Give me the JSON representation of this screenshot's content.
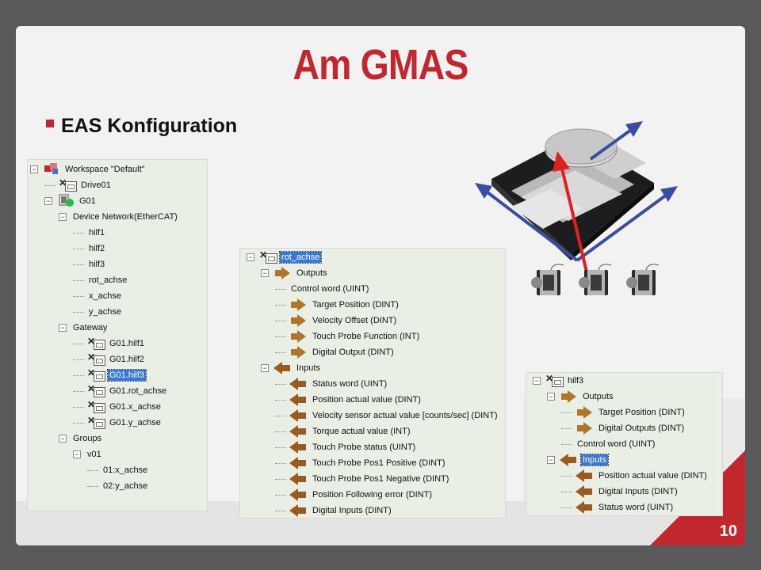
{
  "title": "Am GMAS",
  "subtitle": "EAS Konfiguration",
  "page_number": "10",
  "tree1": [
    {
      "label": "Workspace \"Default\"",
      "level": 0,
      "icon": "workspace-icon",
      "toggle": "-"
    },
    {
      "label": "Drive01",
      "level": 1,
      "icon": "device-icon",
      "toggle": ""
    },
    {
      "label": "G01",
      "level": 1,
      "icon": "gmas-icon",
      "toggle": "-"
    },
    {
      "label": "Device Network(EtherCAT)",
      "level": 2,
      "icon": "",
      "toggle": "-"
    },
    {
      "label": "hilf1",
      "level": 3,
      "icon": "",
      "toggle": ""
    },
    {
      "label": "hilf2",
      "level": 3,
      "icon": "",
      "toggle": ""
    },
    {
      "label": "hilf3",
      "level": 3,
      "icon": "",
      "toggle": ""
    },
    {
      "label": "rot_achse",
      "level": 3,
      "icon": "",
      "toggle": ""
    },
    {
      "label": "x_achse",
      "level": 3,
      "icon": "",
      "toggle": ""
    },
    {
      "label": "y_achse",
      "level": 3,
      "icon": "",
      "toggle": ""
    },
    {
      "label": "Gateway",
      "level": 2,
      "icon": "",
      "toggle": "-"
    },
    {
      "label": "G01.hilf1",
      "level": 3,
      "icon": "device-icon",
      "toggle": ""
    },
    {
      "label": "G01.hilf2",
      "level": 3,
      "icon": "device-icon",
      "toggle": ""
    },
    {
      "label": "G01.hilf3",
      "level": 3,
      "icon": "device-icon",
      "toggle": "",
      "selected": true
    },
    {
      "label": "G01.rot_achse",
      "level": 3,
      "icon": "device-icon",
      "toggle": ""
    },
    {
      "label": "G01.x_achse",
      "level": 3,
      "icon": "device-icon",
      "toggle": ""
    },
    {
      "label": "G01.y_achse",
      "level": 3,
      "icon": "device-icon",
      "toggle": ""
    },
    {
      "label": "Groups",
      "level": 2,
      "icon": "",
      "toggle": "-"
    },
    {
      "label": "v01",
      "level": 3,
      "icon": "",
      "toggle": "-"
    },
    {
      "label": "01:x_achse",
      "level": 4,
      "icon": "",
      "toggle": ""
    },
    {
      "label": "02:y_achse",
      "level": 4,
      "icon": "",
      "toggle": ""
    }
  ],
  "tree2": [
    {
      "label": "rot_achse",
      "level": 0,
      "icon": "device-icon",
      "toggle": "-",
      "selected": true
    },
    {
      "label": "Outputs",
      "level": 1,
      "icon": "output-arrow-icon",
      "toggle": "-"
    },
    {
      "label": "Control word (UINT)",
      "level": 2,
      "icon": "",
      "toggle": ""
    },
    {
      "label": "Target Position (DINT)",
      "level": 2,
      "icon": "output-arrow-icon",
      "toggle": ""
    },
    {
      "label": "Velocity Offset (DINT)",
      "level": 2,
      "icon": "output-arrow-icon",
      "toggle": ""
    },
    {
      "label": "Touch Probe Function (INT)",
      "level": 2,
      "icon": "output-arrow-icon",
      "toggle": ""
    },
    {
      "label": "Digital Output (DINT)",
      "level": 2,
      "icon": "output-arrow-icon",
      "toggle": ""
    },
    {
      "label": "Inputs",
      "level": 1,
      "icon": "input-arrow-icon",
      "toggle": "-"
    },
    {
      "label": "Status word (UINT)",
      "level": 2,
      "icon": "input-arrow-icon",
      "toggle": ""
    },
    {
      "label": "Position actual value (DINT)",
      "level": 2,
      "icon": "input-arrow-icon",
      "toggle": ""
    },
    {
      "label": "Velocity sensor actual value [counts/sec] (DINT)",
      "level": 2,
      "icon": "input-arrow-icon",
      "toggle": ""
    },
    {
      "label": "Torque actual value (INT)",
      "level": 2,
      "icon": "input-arrow-icon",
      "toggle": ""
    },
    {
      "label": "Touch Probe status (UINT)",
      "level": 2,
      "icon": "input-arrow-icon",
      "toggle": ""
    },
    {
      "label": "Touch Probe Pos1 Positive (DINT)",
      "level": 2,
      "icon": "input-arrow-icon",
      "toggle": ""
    },
    {
      "label": "Touch Probe Pos1 Negative (DINT)",
      "level": 2,
      "icon": "input-arrow-icon",
      "toggle": ""
    },
    {
      "label": "Position Following error (DINT)",
      "level": 2,
      "icon": "input-arrow-icon",
      "toggle": ""
    },
    {
      "label": "Digital Inputs (DINT)",
      "level": 2,
      "icon": "input-arrow-icon",
      "toggle": ""
    }
  ],
  "tree3": [
    {
      "label": "hilf3",
      "level": 0,
      "icon": "device-icon",
      "toggle": "-"
    },
    {
      "label": "Outputs",
      "level": 1,
      "icon": "output-arrow-icon",
      "toggle": "-"
    },
    {
      "label": "Target Position (DINT)",
      "level": 2,
      "icon": "output-arrow-icon",
      "toggle": ""
    },
    {
      "label": "Digital Outputs (DINT)",
      "level": 2,
      "icon": "output-arrow-icon",
      "toggle": ""
    },
    {
      "label": "Control word (UINT)",
      "level": 2,
      "icon": "",
      "toggle": ""
    },
    {
      "label": "Inputs",
      "level": 1,
      "icon": "input-arrow-icon",
      "toggle": "-",
      "selected": true
    },
    {
      "label": "Position actual value (DINT)",
      "level": 2,
      "icon": "input-arrow-icon",
      "toggle": ""
    },
    {
      "label": "Digital Inputs (DINT)",
      "level": 2,
      "icon": "input-arrow-icon",
      "toggle": ""
    },
    {
      "label": "Status word (UINT)",
      "level": 2,
      "icon": "input-arrow-icon",
      "toggle": ""
    }
  ],
  "colors": {
    "accent": "#c1272d",
    "selection": "#3a78d8",
    "panel": "#eaefe6",
    "arrow_blue": "#3a4da0",
    "arrow_red": "#e02020"
  }
}
